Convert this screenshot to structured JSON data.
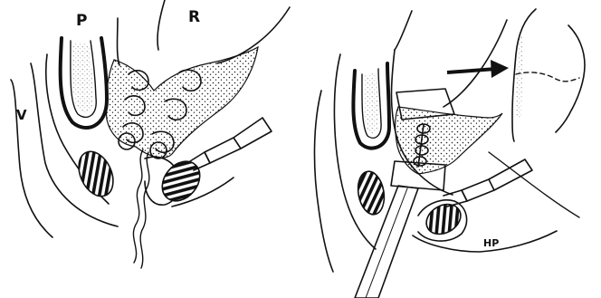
{
  "figure": {
    "left_panel": {
      "labels": {
        "p": "P",
        "r": "R",
        "v": "V"
      }
    },
    "right_panel": {
      "labels": {
        "hp": "HP"
      }
    },
    "colors": {
      "ink": "#111111",
      "stipple": "#222222",
      "background": "#ffffff"
    }
  }
}
